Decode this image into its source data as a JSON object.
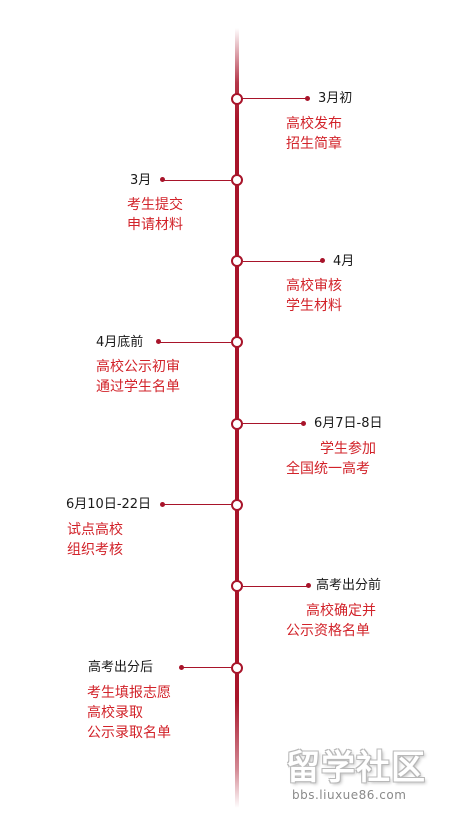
{
  "timeline": {
    "events": [
      {
        "date": "3月初",
        "lines": [
          "高校发布",
          "招生简章"
        ]
      },
      {
        "date": "3月",
        "lines": [
          "考生提交",
          "申请材料"
        ]
      },
      {
        "date": "4月",
        "lines": [
          "高校审核",
          "学生材料"
        ]
      },
      {
        "date": "4月底前",
        "lines": [
          "高校公示初审",
          "通过学生名单"
        ]
      },
      {
        "date": "6月7日-8日",
        "lines": [
          "学生参加",
          "全国统一高考"
        ]
      },
      {
        "date": "6月10日-22日",
        "lines": [
          "试点高校",
          "组织考核"
        ]
      },
      {
        "date": "高考出分前",
        "lines": [
          "高校确定并",
          "公示资格名单"
        ]
      },
      {
        "date": "高考出分后",
        "lines": [
          "考生填报志愿",
          "高校录取",
          "公示录取名单"
        ]
      }
    ]
  },
  "watermark": {
    "brand": "留学社区",
    "url": "bbs.liuxue86.com"
  },
  "colors": {
    "line": "#a8142a",
    "description_text": "#d2232a",
    "date_text": "#1a1a1a"
  }
}
